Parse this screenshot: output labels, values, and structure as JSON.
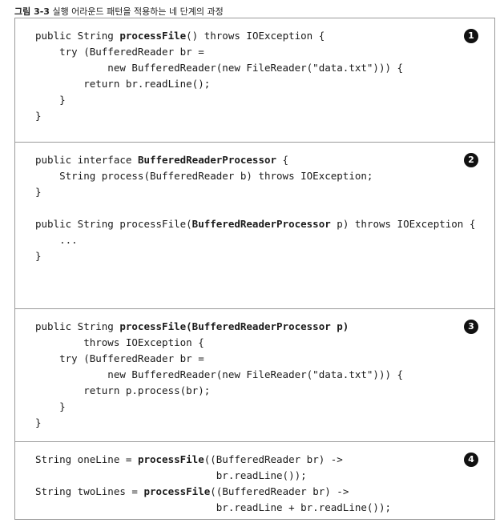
{
  "caption": {
    "number": "그림 3-3",
    "text": " 실행 어라운드 패턴을 적용하는 네 단계의 과정"
  },
  "panels": [
    {
      "badge": "1",
      "lines": [
        [
          {
            "t": "public String "
          },
          {
            "t": "processFile",
            "b": true
          },
          {
            "t": "() throws IOException {"
          }
        ],
        [
          {
            "t": "    try (BufferedReader br ="
          }
        ],
        [
          {
            "t": "            new BufferedReader(new FileReader(\"data.txt\"))) {"
          }
        ],
        [
          {
            "t": "        return br.readLine();"
          }
        ],
        [
          {
            "t": "    }"
          }
        ],
        [
          {
            "t": "}"
          }
        ]
      ]
    },
    {
      "badge": "2",
      "lines": [
        [
          {
            "t": "public interface "
          },
          {
            "t": "BufferedReaderProcessor",
            "b": true
          },
          {
            "t": " {"
          }
        ],
        [
          {
            "t": "    String process(BufferedReader b) throws IOException;"
          }
        ],
        [
          {
            "t": "}"
          }
        ],
        [
          {
            "t": ""
          }
        ],
        [
          {
            "t": "public String processFile("
          },
          {
            "t": "BufferedReaderProcessor",
            "b": true
          },
          {
            "t": " p) throws IOException {"
          }
        ],
        [
          {
            "t": "    ..."
          }
        ],
        [
          {
            "t": "}"
          }
        ]
      ]
    },
    {
      "badge": "3",
      "lines": [
        [
          {
            "t": "public String "
          },
          {
            "t": "processFile(BufferedReaderProcessor p)",
            "b": true
          }
        ],
        [
          {
            "t": "        throws IOException {"
          }
        ],
        [
          {
            "t": "    try (BufferedReader br ="
          }
        ],
        [
          {
            "t": "            new BufferedReader(new FileReader(\"data.txt\"))) {"
          }
        ],
        [
          {
            "t": "        return p.process(br);"
          }
        ],
        [
          {
            "t": "    }"
          }
        ],
        [
          {
            "t": "}"
          }
        ]
      ]
    },
    {
      "badge": "4",
      "lines": [
        [
          {
            "t": "String oneLine = "
          },
          {
            "t": "processFile",
            "b": true
          },
          {
            "t": "((BufferedReader br) ->"
          }
        ],
        [
          {
            "t": "                              br.readLine());"
          }
        ],
        [
          {
            "t": "String twoLines = "
          },
          {
            "t": "processFile",
            "b": true
          },
          {
            "t": "((BufferedReader br) ->"
          }
        ],
        [
          {
            "t": "                              br.readLine + br.readLine());"
          }
        ]
      ]
    }
  ]
}
